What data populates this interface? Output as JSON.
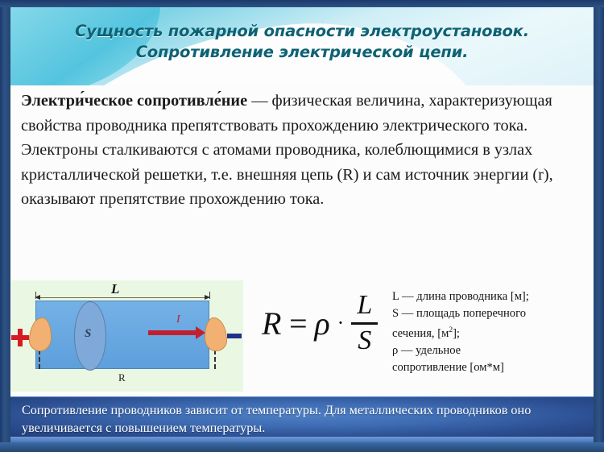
{
  "slide": {
    "title_line1": "Сущность пожарной опасности электроустановок.",
    "title_line2": "Сопротивление электрической цепи.",
    "body": {
      "term": "Электри́ческое сопротивле́ние",
      "paragraph1_rest": " — физическая величина, характеризующая свойства проводника препятствовать прохождению электрического тока.",
      "paragraph2": "Электроны сталкиваются с атомами проводника, колеблющимися в узлах кристаллической решетки, т.е. внешняя цепь (R) и сам источник энергии (r), оказывают препятствие прохождению тока."
    },
    "diagram": {
      "label_length": "L",
      "label_area": "S",
      "label_resistance": "R",
      "label_current": "I",
      "terminal_positive": "+",
      "terminal_negative": "−"
    },
    "formula": {
      "result": "R",
      "equals": "=",
      "rho": "ρ",
      "dot": "·",
      "numerator": "L",
      "denominator": "S"
    },
    "legend": {
      "line1": "L — длина проводника [м];",
      "line2": "S — площадь поперечного",
      "line3_prefix": "сечения, [м",
      "line3_sup": "2",
      "line3_suffix": "];",
      "line4": "ρ — удельное",
      "line5": "сопротивление [ом*м]"
    },
    "banner": {
      "text": "Сопротивление проводников зависит  от  температуры. Для металлических проводников оно увеличивается с повышением температуры."
    },
    "colors": {
      "frame_blue": "#2e5387",
      "header_cyan": "#7fd3e6",
      "title_teal": "#0d6273",
      "conductor_blue": "#6aa9e0",
      "terminal_orange": "#f2b173",
      "plus_red": "#d61b24",
      "minus_blue": "#1f2f8a",
      "current_red": "#c2202e",
      "diagram_bg_green": "#eaf7e2",
      "banner_blue": "#3f6db4"
    }
  }
}
